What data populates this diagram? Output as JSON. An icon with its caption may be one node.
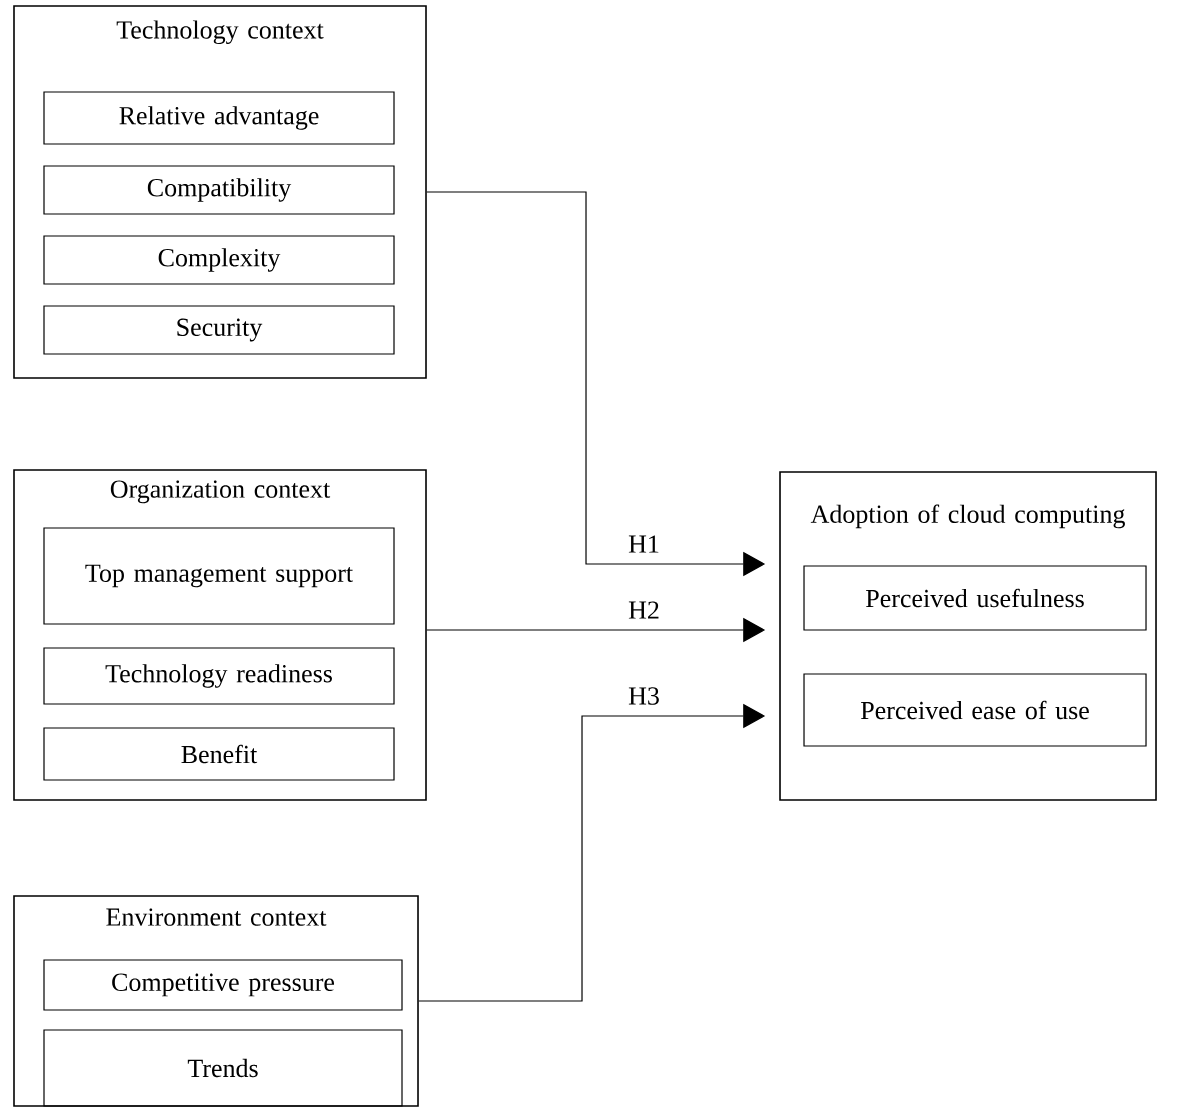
{
  "diagram": {
    "nodes": [
      {
        "text": [
          "Technology context"
        ]
      },
      {
        "text": [
          "Relative advantage"
        ],
        "in": 0
      },
      {
        "text": [
          "Compatibility"
        ],
        "in": 0
      },
      {
        "text": [
          "Complexity"
        ],
        "in": 0
      },
      {
        "text": [
          "Security"
        ],
        "in": 0
      },
      {
        "text": [
          "Organization context"
        ]
      },
      {
        "text": [
          "Top management support"
        ],
        "in": 5
      },
      {
        "text": [
          "Technology readiness"
        ],
        "in": 5
      },
      {
        "text": [
          "Benefit"
        ],
        "in": 5
      },
      {
        "text": [
          "Environment context"
        ]
      },
      {
        "text": [
          "Competitive pressure"
        ],
        "in": 9
      },
      {
        "text": [
          "Trends"
        ],
        "in": 9
      },
      {
        "text": [
          "Adoption of cloud computing"
        ]
      },
      {
        "text": [
          "Perceived usefulness"
        ],
        "in": 12
      },
      {
        "text": [
          "Perceived ease of use"
        ],
        "in": 12
      }
    ],
    "edges": [
      {
        "from": 0,
        "to": 12,
        "arrow": "to",
        "label": "H1"
      },
      {
        "from": 5,
        "to": 12,
        "arrow": "to",
        "label": "H2"
      },
      {
        "from": 9,
        "to": 12,
        "arrow": "to",
        "label": "H3"
      }
    ]
  }
}
